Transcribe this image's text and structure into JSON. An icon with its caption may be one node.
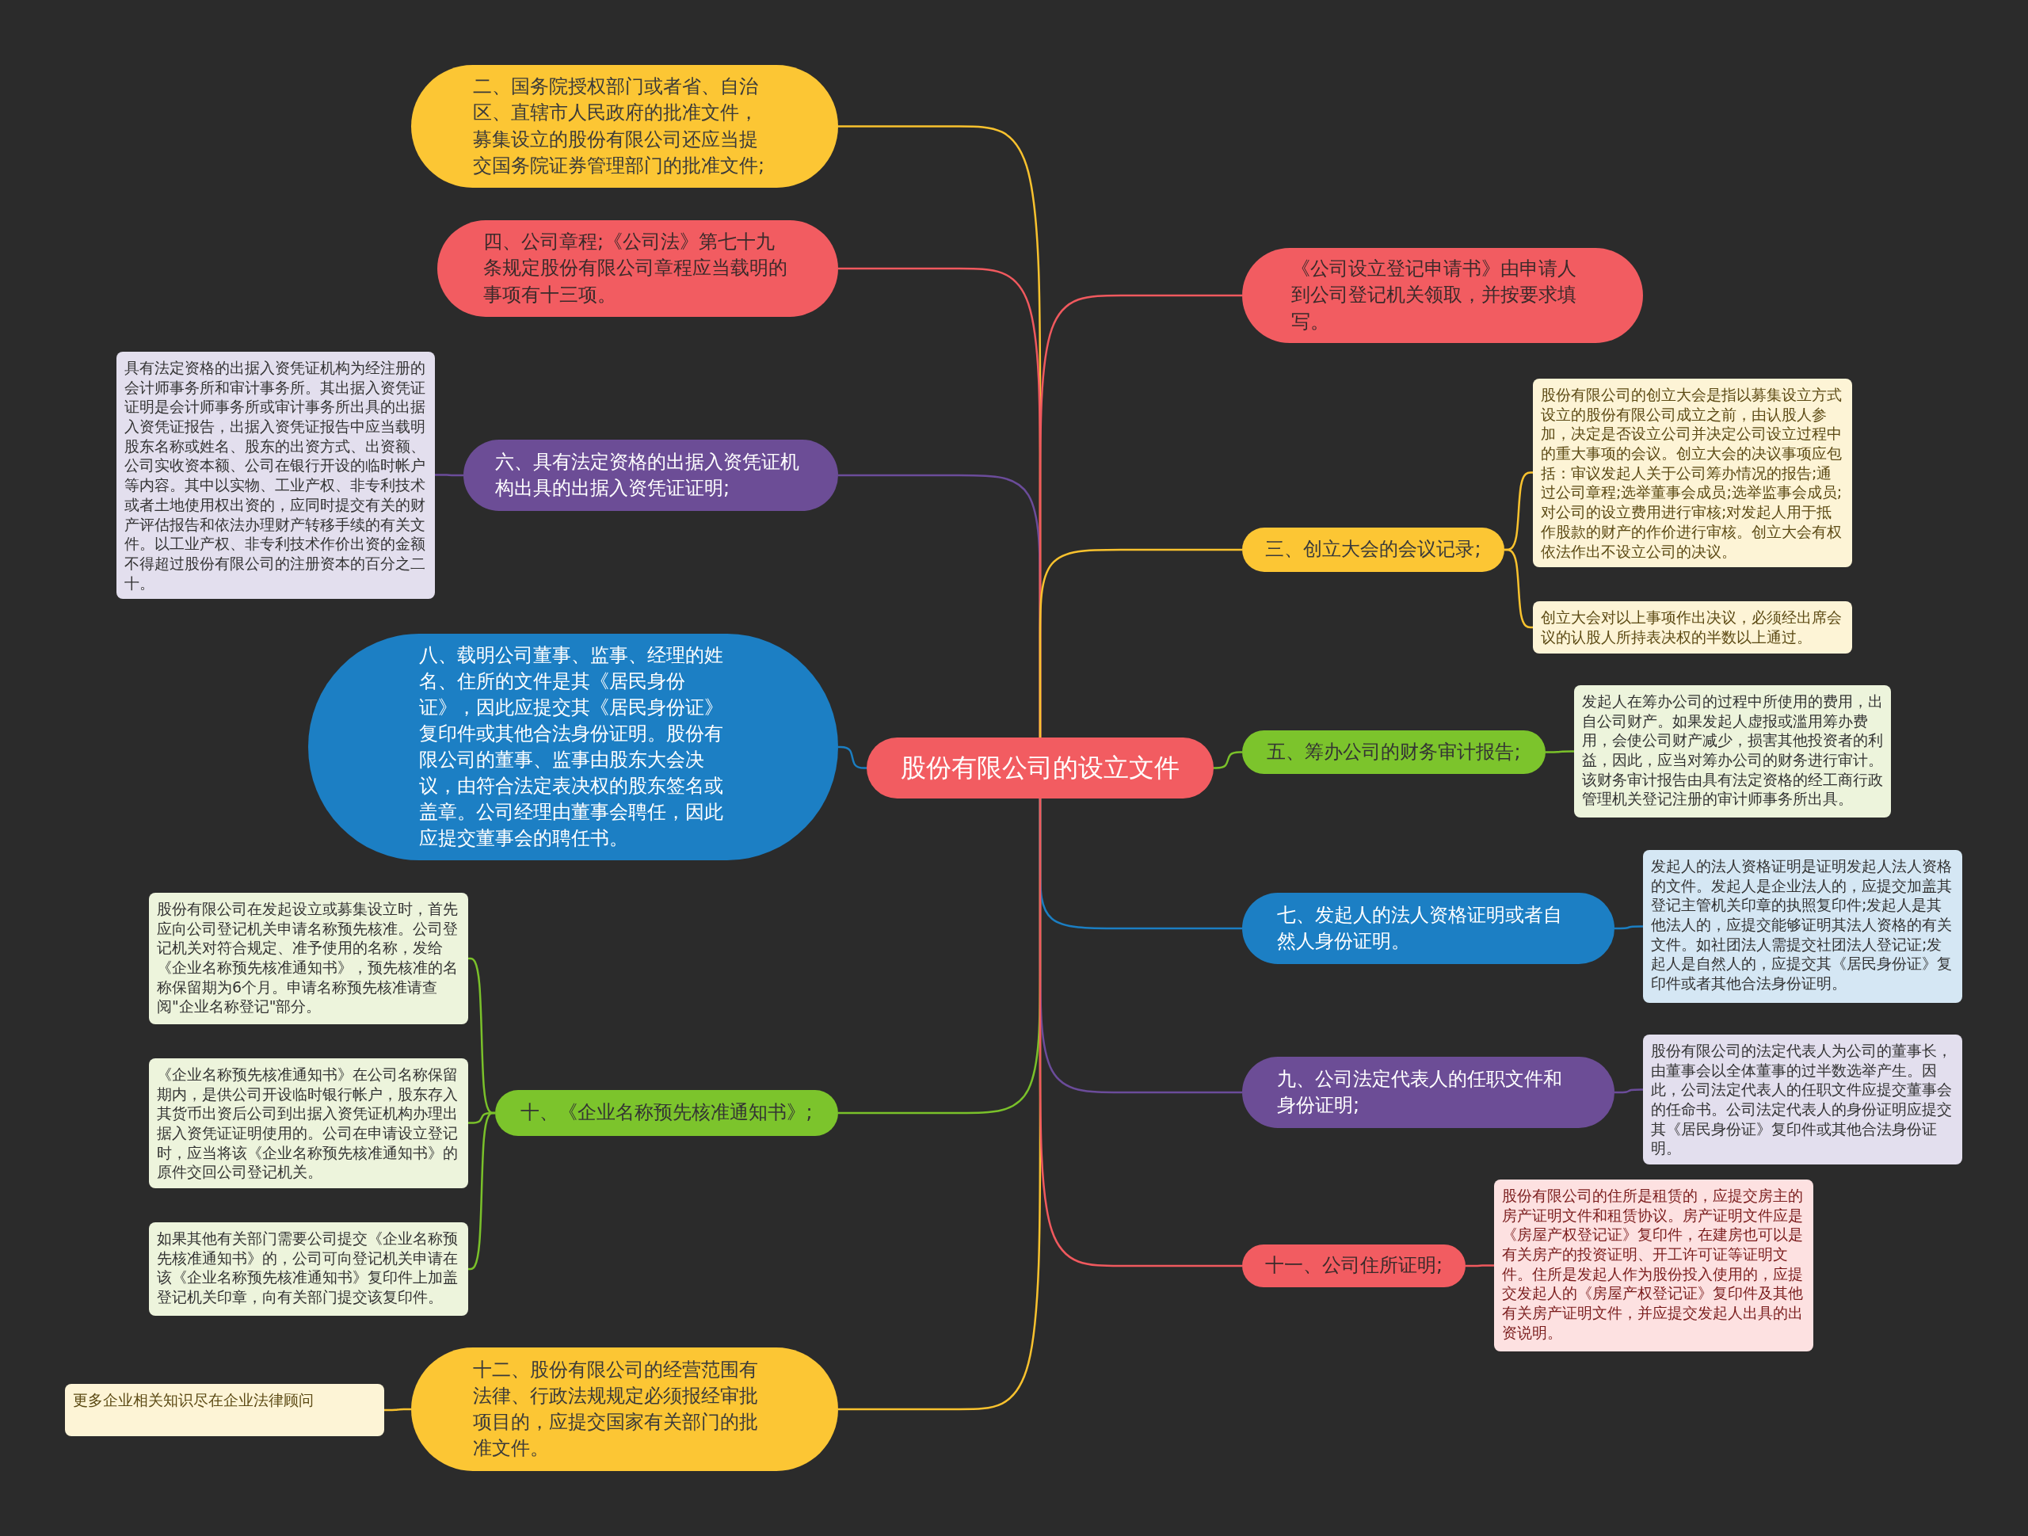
{
  "diagram": {
    "nodes": [
      {
        "text": [
          "股份有限公司的设立文件"
        ]
      },
      {
        "text": [
          "二、国务院授权部门或者省、自治区、直辖市人民政府的批准文件，募集设立的股份有限公司还应当提交国务院证券管理部门的批准文件;"
        ]
      },
      {
        "text": [
          "四、公司章程;《公司法》第七十九条规定股份有限公司章程应当载明的事项有十三项。"
        ]
      },
      {
        "text": [
          "六、具有法定资格的出据入资凭证机构出具的出据入资凭证证明;"
        ]
      },
      {
        "text": [
          "具有法定资格的出据入资凭证机构为经注册的会计师事务所和审计事务所。其出据入资凭证证明是会计师事务所或审计事务所出具的出据入资凭证报告，出据入资凭证报告中应当载明股东名称或姓名、股东的出资方式、出资额、公司实收资本额、公司在银行开设的临时帐户等内容。其中以实物、工业产权、非专利技术或者土地使用权出资的，应同时提交有关的财产评估报告和依法办理财产转移手续的有关文件。以工业产权、非专利技术作价出资的金额不得超过股份有限公司的注册资本的百分之二十。"
        ]
      },
      {
        "text": [
          "八、载明公司董事、监事、经理的姓名、住所的文件是其《居民身份证》，因此应提交其《居民身份证》复印件或其他合法身份证明。股份有限公司的董事、监事由股东大会决议，由符合法定表决权的股东签名或盖章。公司经理由董事会聘任，因此应提交董事会的聘任书。"
        ]
      },
      {
        "text": [
          "十、《企业名称预先核准通知书》;"
        ]
      },
      {
        "text": [
          "股份有限公司在发起设立或募集设立时，首先应向公司登记机关申请名称预先核准。公司登记机关对符合规定、准予使用的名称，发给《企业名称预先核准通知书》，预先核准的名称保留期为6个月。申请名称预先核准请查阅\"企业名称登记\"部分。"
        ]
      },
      {
        "text": [
          "《企业名称预先核准通知书》在公司名称保留期内，是供公司开设临时银行帐户，股东存入其货币出资后公司到出据入资凭证机构办理出据入资凭证证明使用的。公司在申请设立登记时，应当将该《企业名称预先核准通知书》的原件交回公司登记机关。"
        ]
      },
      {
        "text": [
          "如果其他有关部门需要公司提交《企业名称预先核准通知书》的，公司可向登记机关申请在该《企业名称预先核准通知书》复印件上加盖登记机关印章，向有关部门提交该复印件。"
        ]
      },
      {
        "text": [
          "十二、股份有限公司的经营范围有法律、行政法规规定必须报经审批项目的，应提交国家有关部门的批准文件。"
        ]
      },
      {
        "text": [
          "更多企业相关知识尽在企业法律顾问"
        ]
      },
      {
        "text": [
          "《公司设立登记申请书》由申请人到公司登记机关领取，并按要求填写。"
        ]
      },
      {
        "text": [
          "三、创立大会的会议记录;"
        ]
      },
      {
        "text": [
          "股份有限公司的创立大会是指以募集设立方式设立的股份有限公司成立之前，由认股人参加，决定是否设立公司并决定公司设立过程中的重大事项的会议。创立大会的决议事项应包括：审议发起人关于公司筹办情况的报告;通过公司章程;选举董事会成员;选举监事会成员;对公司的设立费用进行审核;对发起人用于抵作股款的财产的作价进行审核。创立大会有权依法作出不设立公司的决议。"
        ]
      },
      {
        "text": [
          "创立大会对以上事项作出决议，必须经出席会议的认股人所持表决权的半数以上通过。"
        ]
      },
      {
        "text": [
          "五、筹办公司的财务审计报告;"
        ]
      },
      {
        "text": [
          "发起人在筹办公司的过程中所使用的费用，出自公司财产。如果发起人虚报或滥用筹办费用，会使公司财产减少，损害其他投资者的利益，因此，应当对筹办公司的财务进行审计。该财务审计报告由具有法定资格的经工商行政管理机关登记注册的审计师事务所出具。"
        ]
      },
      {
        "text": [
          "七、发起人的法人资格证明或者自然人身份证明。"
        ]
      },
      {
        "text": [
          "发起人的法人资格证明是证明发起人法人资格的文件。发起人是企业法人的，应提交加盖其登记主管机关印章的执照复印件;发起人是其他法人的，应提交能够证明其法人资格的有关文件。如社团法人需提交社团法人登记证;发起人是自然人的，应提交其《居民身份证》复印件或者其他合法身份证明。"
        ]
      },
      {
        "text": [
          "九、公司法定代表人的任职文件和身份证明;"
        ]
      },
      {
        "text": [
          "股份有限公司的法定代表人为公司的董事长，由董事会以全体董事的过半数选举产生。因此，公司法定代表人的任职文件应提交董事会的任命书。公司法定代表人的身份证明应提交其《居民身份证》复印件或其他合法身份证明。"
        ]
      },
      {
        "text": [
          "十一、公司住所证明;"
        ]
      },
      {
        "text": [
          "股份有限公司的住所是租赁的，应提交房主的房产证明文件和租赁协议。房产证明文件应是《房屋产权登记证》复印件，在建房也可以是有关房产的投资证明、开工许可证等证明文件。住所是发起人作为股份投入使用的，应提交发起人的《房屋产权登记证》复印件及其他有关房产证明文件，并应提交发起人出具的出资说明。"
        ]
      }
    ],
    "edges": [
      {
        "from": 0,
        "to": 1,
        "arrow": "none",
        "color": "#f9c22e"
      },
      {
        "from": 0,
        "to": 2,
        "arrow": "none",
        "color": "#f0595e"
      },
      {
        "from": 0,
        "to": 3,
        "arrow": "none",
        "color": "#6b4c9a"
      },
      {
        "from": 3,
        "to": 4,
        "arrow": "none",
        "color": "#6b4c9a"
      },
      {
        "from": 0,
        "to": 5,
        "arrow": "none",
        "color": "#1b7ec2"
      },
      {
        "from": 0,
        "to": 6,
        "arrow": "none",
        "color": "#7ac12a"
      },
      {
        "from": 6,
        "to": 7,
        "arrow": "none",
        "color": "#7ac12a"
      },
      {
        "from": 6,
        "to": 8,
        "arrow": "none",
        "color": "#7ac12a"
      },
      {
        "from": 6,
        "to": 9,
        "arrow": "none",
        "color": "#7ac12a"
      },
      {
        "from": 0,
        "to": 10,
        "arrow": "none",
        "color": "#f9c22e"
      },
      {
        "from": 10,
        "to": 11,
        "arrow": "none",
        "color": "#f9c22e"
      },
      {
        "from": 0,
        "to": 12,
        "arrow": "none",
        "color": "#f0595e"
      },
      {
        "from": 0,
        "to": 13,
        "arrow": "none",
        "color": "#f9c22e"
      },
      {
        "from": 13,
        "to": 14,
        "arrow": "none",
        "color": "#f9c22e"
      },
      {
        "from": 13,
        "to": 15,
        "arrow": "none",
        "color": "#f9c22e"
      },
      {
        "from": 0,
        "to": 16,
        "arrow": "none",
        "color": "#7ac12a"
      },
      {
        "from": 16,
        "to": 17,
        "arrow": "none",
        "color": "#7ac12a"
      },
      {
        "from": 0,
        "to": 18,
        "arrow": "none",
        "color": "#1b7ec2"
      },
      {
        "from": 18,
        "to": 19,
        "arrow": "none",
        "color": "#1b7ec2"
      },
      {
        "from": 0,
        "to": 20,
        "arrow": "none",
        "color": "#6b4c9a"
      },
      {
        "from": 20,
        "to": 21,
        "arrow": "none",
        "color": "#6b4c9a"
      },
      {
        "from": 0,
        "to": 22,
        "arrow": "none",
        "color": "#f0595e"
      },
      {
        "from": 22,
        "to": 23,
        "arrow": "none",
        "color": "#f0595e"
      }
    ]
  }
}
